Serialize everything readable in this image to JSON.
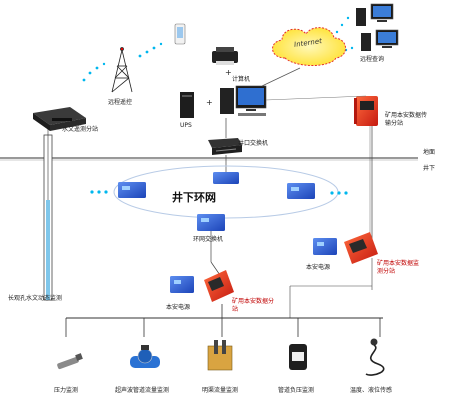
{
  "network": {
    "title": "井下环网",
    "internet_label": "Internet"
  },
  "surface": {
    "lbl_ground": "地面",
    "lbl_underground": "井下",
    "lbl_water_station": "水文遥测分站",
    "lbl_long_range": "远程遥控",
    "lbl_ups": "UPS",
    "lbl_computer": "计算机",
    "lbl_plus": "+",
    "lbl_remote_query": "远程查询",
    "lbl_surface_switch": "井口交换机",
    "lbl_mine_transmitter": "矿用本安数据传输分站"
  },
  "underground": {
    "lbl_ring_switch": "环网交换机",
    "lbl_borehole": "长观孔水文动态监测",
    "lbl_power_left": "本安电源",
    "lbl_substation_left": "矿用本安数据分站",
    "lbl_power_right": "本安电源",
    "lbl_substation_right": "矿用本安数据监测分站"
  },
  "sensors": [
    {
      "label": "压力监测",
      "icon": "pressure-sensor-icon"
    },
    {
      "label": "超声波管道流量监测",
      "icon": "ultrasonic-flowmeter-icon"
    },
    {
      "label": "明渠流量监测",
      "icon": "open-channel-flow-icon"
    },
    {
      "label": "管道负压监测",
      "icon": "negative-pressure-icon"
    },
    {
      "label": "温度、液位传感",
      "icon": "temp-level-sensor-icon"
    }
  ],
  "colors": {
    "device_blue": "#2a5fd6",
    "device_red": "#e5301c",
    "cloud": "#ffe94a",
    "dots": "#00b7ee"
  }
}
